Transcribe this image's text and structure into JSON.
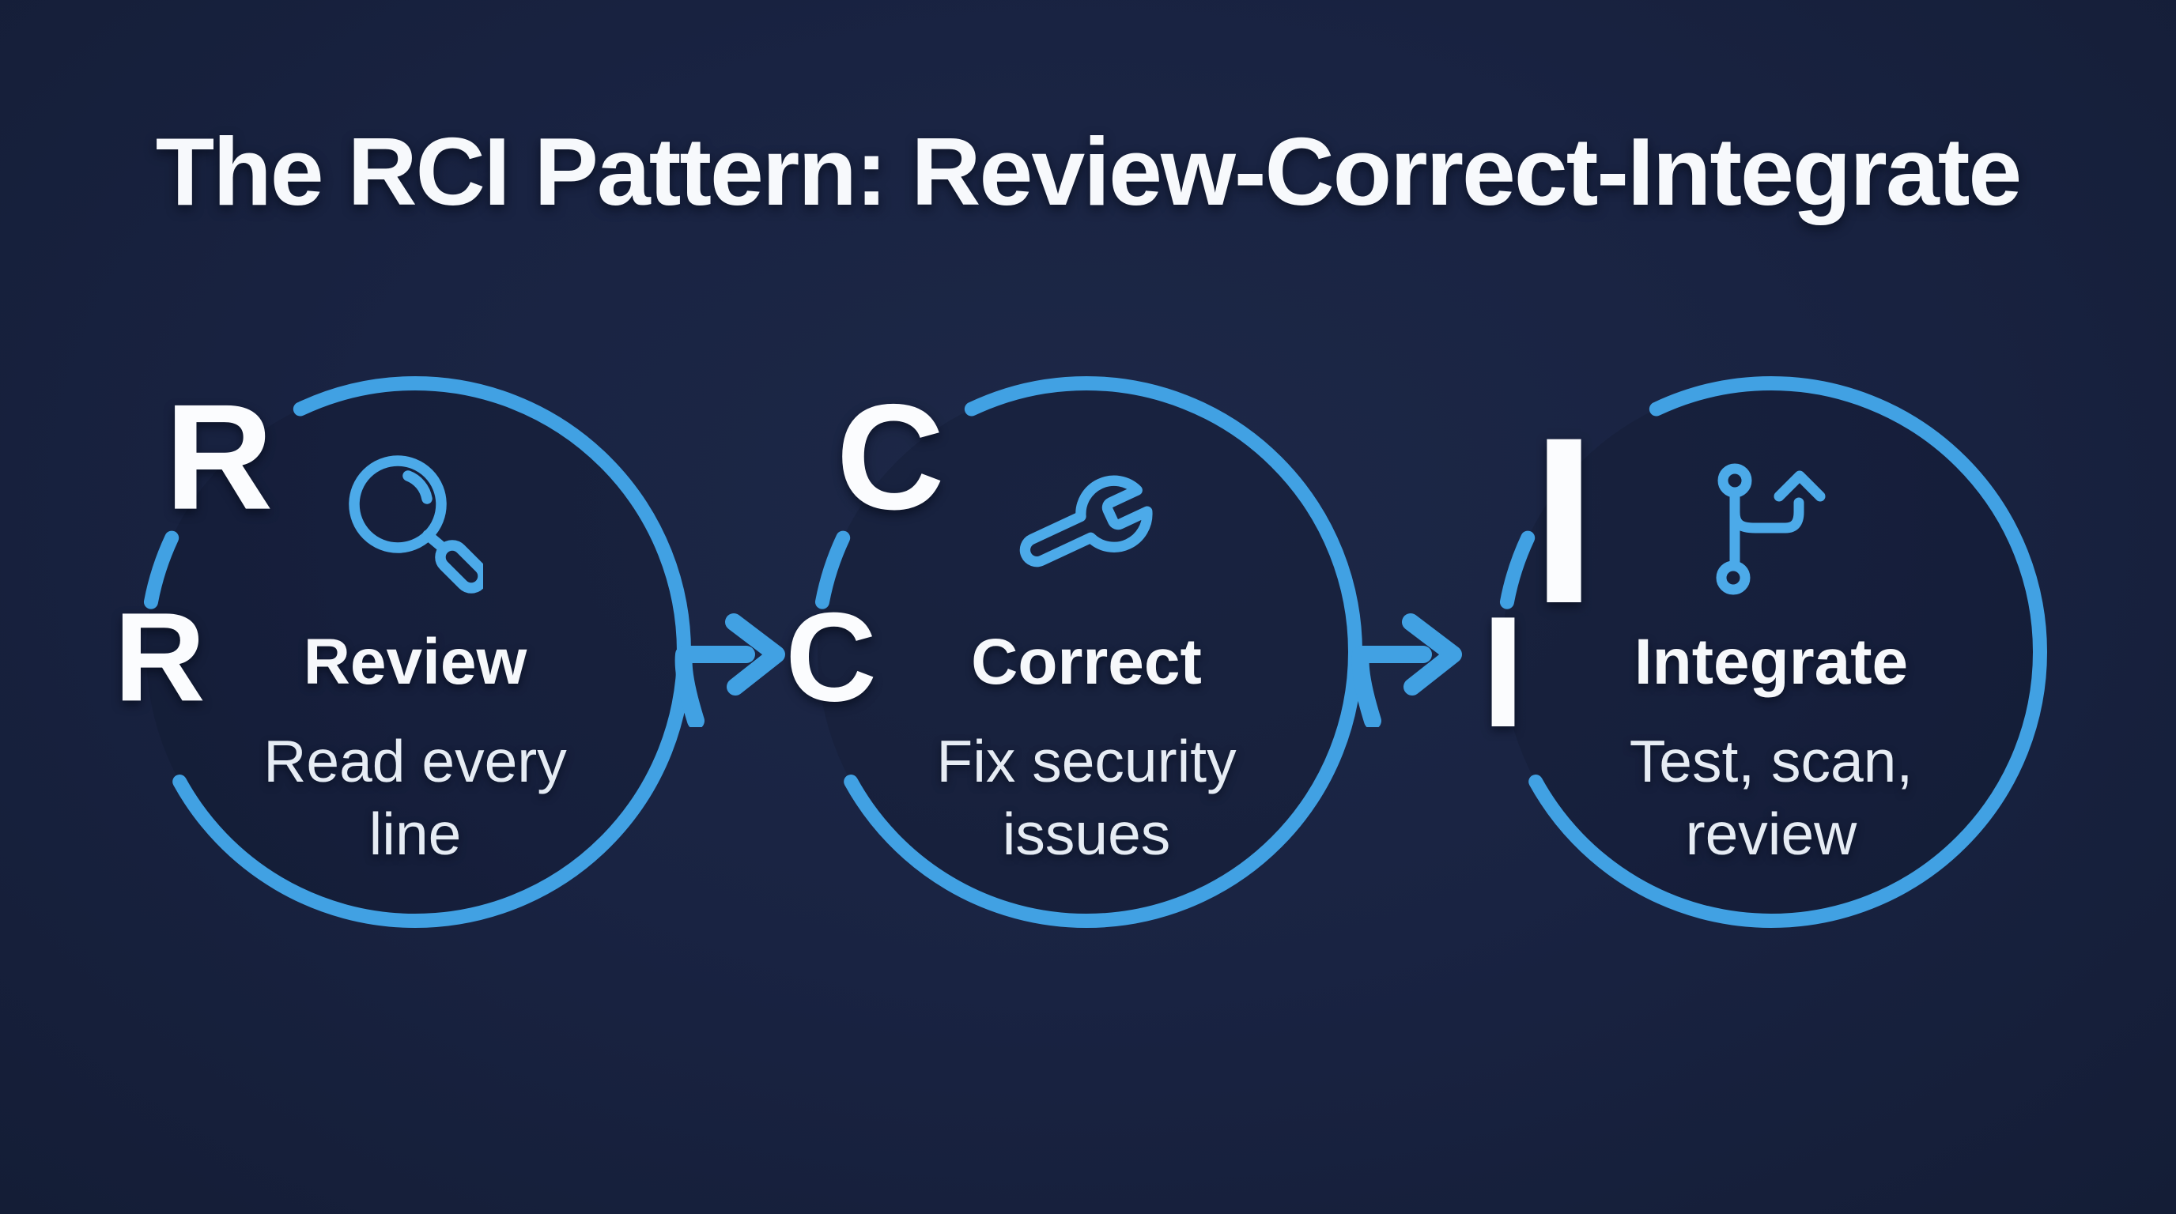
{
  "title": "The RCI Pattern: Review-Correct-Integrate",
  "colors": {
    "background": "#18223c",
    "accent_blue": "#41a1e3",
    "icon_blue": "#4caae9",
    "text_white": "#fbfcfe",
    "subtitle_white": "#e6ecf4"
  },
  "stations": [
    {
      "id": "review",
      "letter": "R",
      "title": "Review",
      "subtitle": "Read every line",
      "icon": "magnifier-icon"
    },
    {
      "id": "correct",
      "letter": "C",
      "title": "Correct",
      "subtitle": "Fix security issues",
      "icon": "wrench-icon"
    },
    {
      "id": "integrate",
      "letter": "I",
      "title": "Integrate",
      "subtitle": "Test, scan, review",
      "icon": "git-branch-icon"
    }
  ],
  "arrows": [
    {
      "from": "review",
      "to": "correct"
    },
    {
      "from": "correct",
      "to": "integrate"
    }
  ]
}
